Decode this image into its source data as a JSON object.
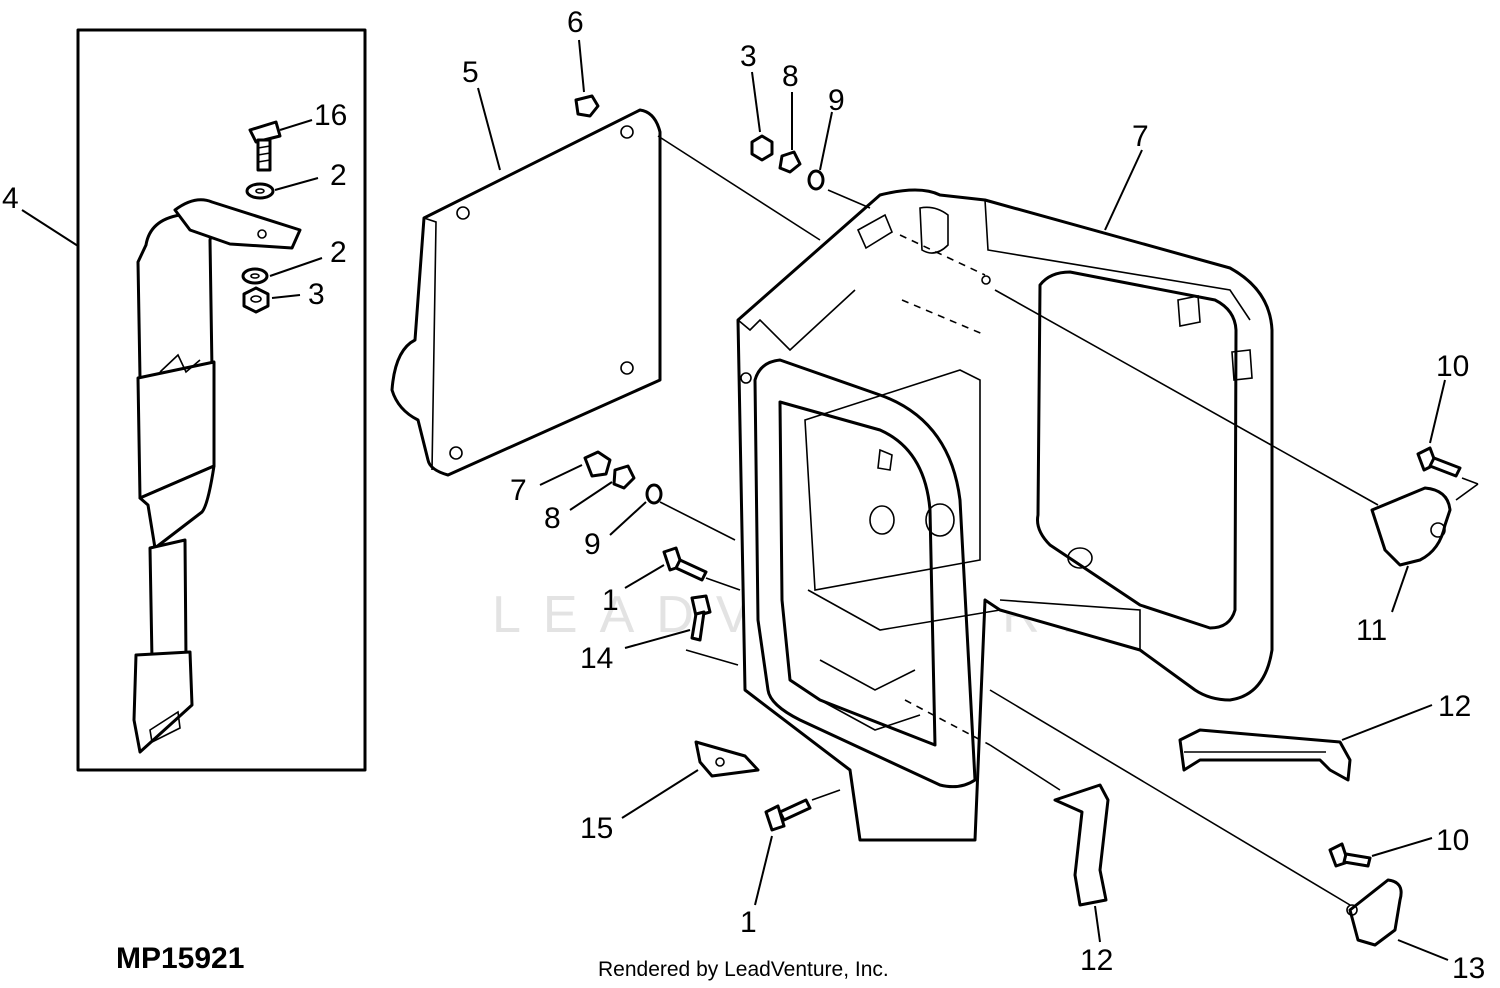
{
  "figure_id": "MP15921",
  "credit": "Rendered by LeadVenture, Inc.",
  "watermark": "LEADVENTURE",
  "callouts": {
    "c4": "4",
    "c16": "16",
    "c2a": "2",
    "c2b": "2",
    "c3a": "3",
    "c5": "5",
    "c6": "6",
    "c3b": "3",
    "c8a": "8",
    "c9a": "9",
    "c7a": "7",
    "c7b": "7",
    "c8b": "8",
    "c9b": "9",
    "c1a": "1",
    "c14": "14",
    "c15": "15",
    "c1b": "1",
    "c10a": "10",
    "c11": "11",
    "c12a": "12",
    "c12b": "12",
    "c10b": "10",
    "c13": "13"
  }
}
